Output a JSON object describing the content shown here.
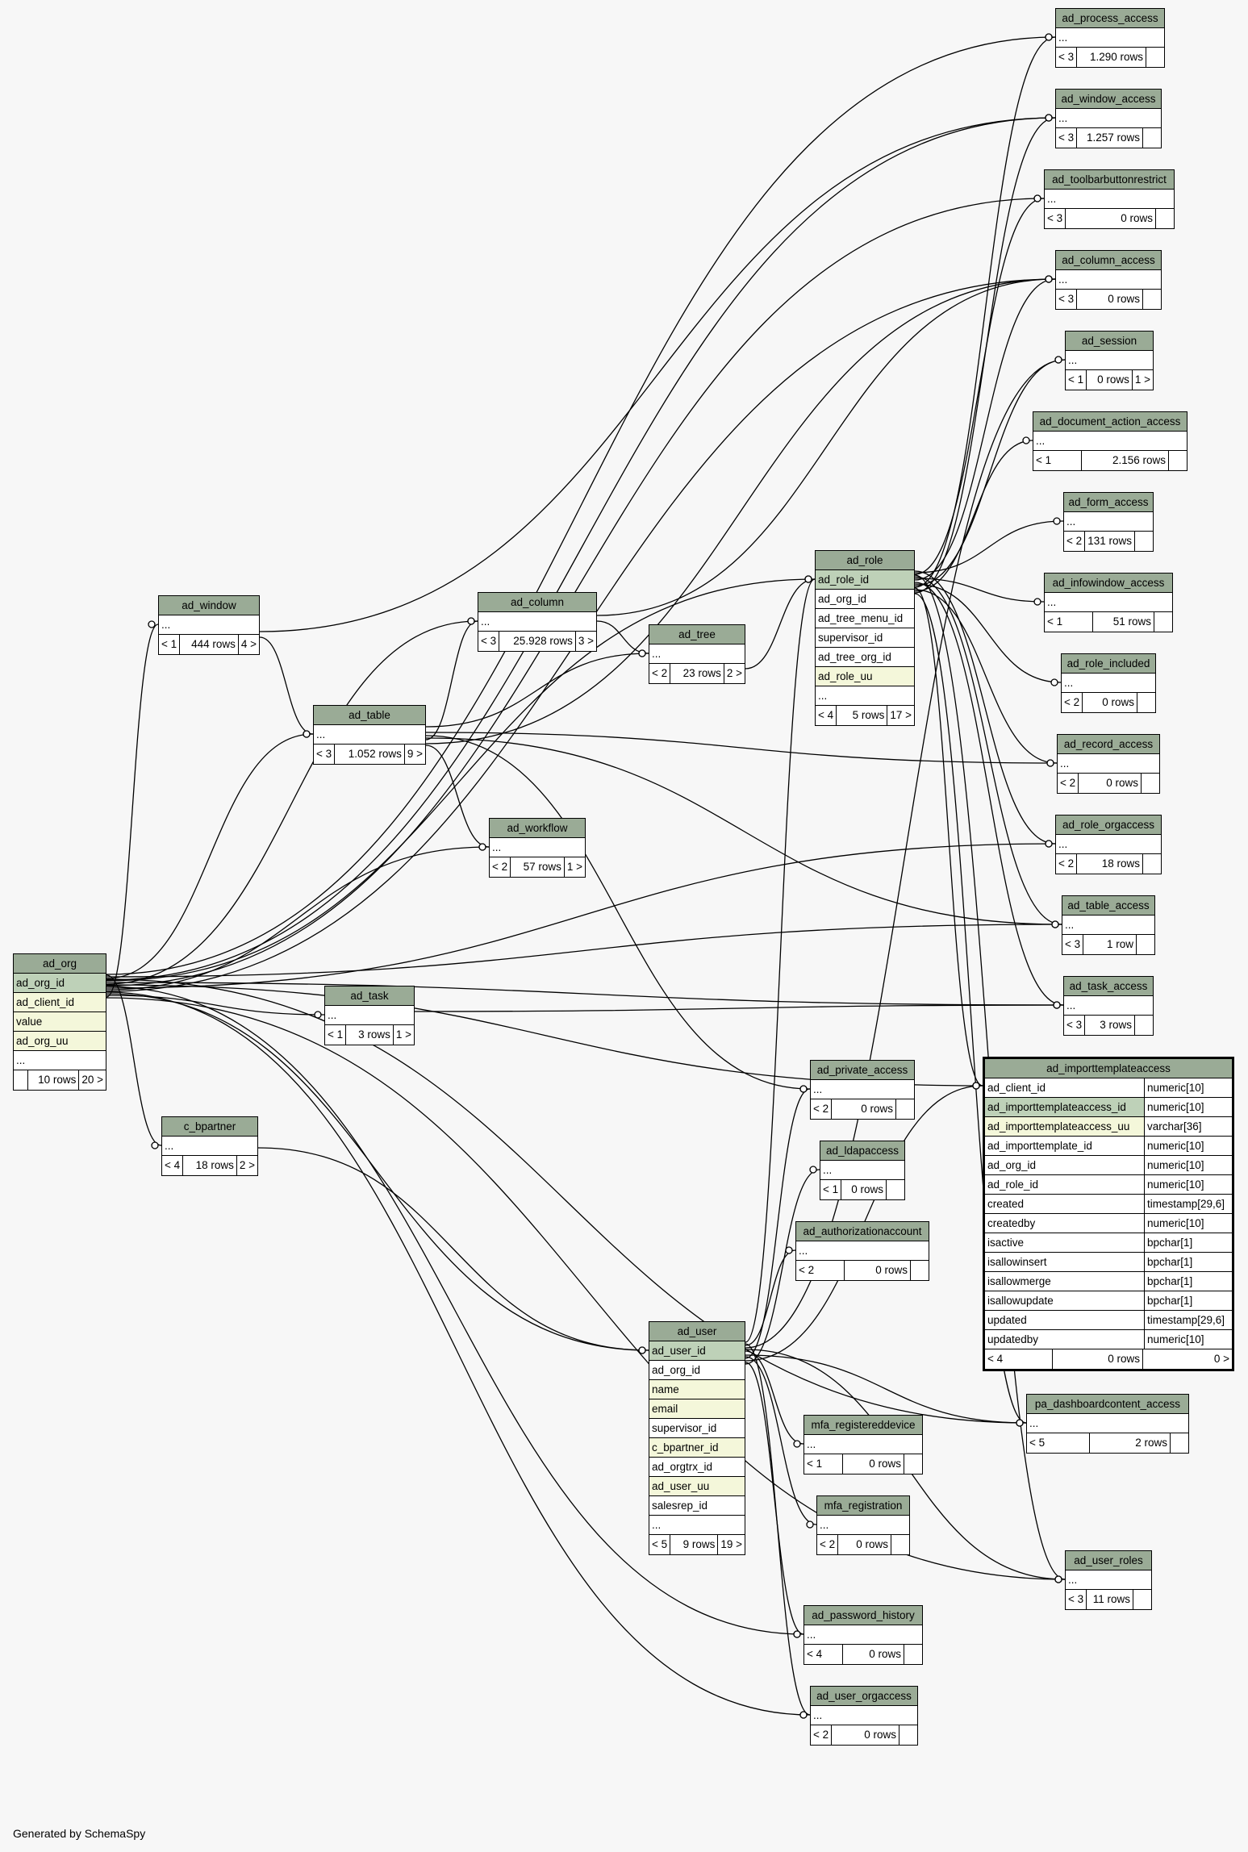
{
  "caption": "Generated by SchemaSpy",
  "tables": [
    {
      "id": "ad_process_access",
      "name": "ad_process_access",
      "rows": [
        "..."
      ],
      "parents": "< 3",
      "count": "1.290 rows",
      "children": ""
    },
    {
      "id": "ad_window_access",
      "name": "ad_window_access",
      "rows": [
        "..."
      ],
      "parents": "< 3",
      "count": "1.257 rows",
      "children": ""
    },
    {
      "id": "ad_toolbarbuttonrestrict",
      "name": "ad_toolbarbuttonrestrict",
      "rows": [
        "..."
      ],
      "parents": "< 3",
      "count": "0 rows",
      "children": ""
    },
    {
      "id": "ad_column_access",
      "name": "ad_column_access",
      "rows": [
        "..."
      ],
      "parents": "< 3",
      "count": "0 rows",
      "children": ""
    },
    {
      "id": "ad_session",
      "name": "ad_session",
      "rows": [
        "..."
      ],
      "parents": "< 1",
      "count": "0 rows",
      "children": "1 >"
    },
    {
      "id": "ad_document_action_access",
      "name": "ad_document_action_access",
      "rows": [
        "..."
      ],
      "parents": "< 1",
      "count": "2.156 rows",
      "children": ""
    },
    {
      "id": "ad_form_access",
      "name": "ad_form_access",
      "rows": [
        "..."
      ],
      "parents": "< 2",
      "count": "131 rows",
      "children": ""
    },
    {
      "id": "ad_infowindow_access",
      "name": "ad_infowindow_access",
      "rows": [
        "..."
      ],
      "parents": "< 1",
      "count": "51 rows",
      "children": ""
    },
    {
      "id": "ad_role_included",
      "name": "ad_role_included",
      "rows": [
        "..."
      ],
      "parents": "< 2",
      "count": "0 rows",
      "children": ""
    },
    {
      "id": "ad_record_access",
      "name": "ad_record_access",
      "rows": [
        "..."
      ],
      "parents": "< 2",
      "count": "0 rows",
      "children": ""
    },
    {
      "id": "ad_role_orgaccess",
      "name": "ad_role_orgaccess",
      "rows": [
        "..."
      ],
      "parents": "< 2",
      "count": "18 rows",
      "children": ""
    },
    {
      "id": "ad_table_access",
      "name": "ad_table_access",
      "rows": [
        "..."
      ],
      "parents": "< 3",
      "count": "1 row",
      "children": ""
    },
    {
      "id": "ad_task_access",
      "name": "ad_task_access",
      "rows": [
        "..."
      ],
      "parents": "< 3",
      "count": "3 rows",
      "children": ""
    },
    {
      "id": "ad_role",
      "name": "ad_role",
      "rows": [
        [
          "ad_role_id",
          "pk"
        ],
        [
          "ad_org_id",
          ""
        ],
        [
          "ad_tree_menu_id",
          ""
        ],
        [
          "supervisor_id",
          ""
        ],
        [
          "ad_tree_org_id",
          ""
        ],
        [
          "ad_role_uu",
          "idx"
        ],
        [
          "...",
          ""
        ]
      ],
      "parents": "< 4",
      "count": "5 rows",
      "children": "17 >"
    },
    {
      "id": "ad_window",
      "name": "ad_window",
      "rows": [
        "..."
      ],
      "parents": "< 1",
      "count": "444 rows",
      "children": "4 >"
    },
    {
      "id": "ad_column",
      "name": "ad_column",
      "rows": [
        "..."
      ],
      "parents": "< 3",
      "count": "25.928 rows",
      "children": "3 >"
    },
    {
      "id": "ad_tree",
      "name": "ad_tree",
      "rows": [
        "..."
      ],
      "parents": "< 2",
      "count": "23 rows",
      "children": "2 >"
    },
    {
      "id": "ad_table",
      "name": "ad_table",
      "rows": [
        "..."
      ],
      "parents": "< 3",
      "count": "1.052 rows",
      "children": "9 >"
    },
    {
      "id": "ad_workflow",
      "name": "ad_workflow",
      "rows": [
        "..."
      ],
      "parents": "< 2",
      "count": "57 rows",
      "children": "1 >"
    },
    {
      "id": "ad_org",
      "name": "ad_org",
      "rows": [
        [
          "ad_org_id",
          "pk"
        ],
        [
          "ad_client_id",
          "idx"
        ],
        [
          "value",
          "idx"
        ],
        [
          "ad_org_uu",
          "idx"
        ],
        [
          "...",
          ""
        ]
      ],
      "parents": "",
      "count": "10 rows",
      "children": "20 >"
    },
    {
      "id": "ad_task",
      "name": "ad_task",
      "rows": [
        "..."
      ],
      "parents": "< 1",
      "count": "3 rows",
      "children": "1 >"
    },
    {
      "id": "c_bpartner",
      "name": "c_bpartner",
      "rows": [
        "..."
      ],
      "parents": "< 4",
      "count": "18 rows",
      "children": "2 >"
    },
    {
      "id": "ad_private_access",
      "name": "ad_private_access",
      "rows": [
        "..."
      ],
      "parents": "< 2",
      "count": "0 rows",
      "children": ""
    },
    {
      "id": "ad_ldapaccess",
      "name": "ad_ldapaccess",
      "rows": [
        "..."
      ],
      "parents": "< 1",
      "count": "0 rows",
      "children": ""
    },
    {
      "id": "ad_authorizationaccount",
      "name": "ad_authorizationaccount",
      "rows": [
        "..."
      ],
      "parents": "< 2",
      "count": "0 rows",
      "children": ""
    },
    {
      "id": "ad_user",
      "name": "ad_user",
      "rows": [
        [
          "ad_user_id",
          "pk"
        ],
        [
          "ad_org_id",
          ""
        ],
        [
          "name",
          "idx"
        ],
        [
          "email",
          "idx"
        ],
        [
          "supervisor_id",
          ""
        ],
        [
          "c_bpartner_id",
          "idx"
        ],
        [
          "ad_orgtrx_id",
          ""
        ],
        [
          "ad_user_uu",
          "idx"
        ],
        [
          "salesrep_id",
          ""
        ],
        [
          "...",
          ""
        ]
      ],
      "parents": "< 5",
      "count": "9 rows",
      "children": "19 >"
    },
    {
      "id": "mfa_registereddevice",
      "name": "mfa_registereddevice",
      "rows": [
        "..."
      ],
      "parents": "< 1",
      "count": "0 rows",
      "children": ""
    },
    {
      "id": "mfa_registration",
      "name": "mfa_registration",
      "rows": [
        "..."
      ],
      "parents": "< 2",
      "count": "0 rows",
      "children": ""
    },
    {
      "id": "ad_password_history",
      "name": "ad_password_history",
      "rows": [
        "..."
      ],
      "parents": "< 4",
      "count": "0 rows",
      "children": ""
    },
    {
      "id": "ad_user_orgaccess",
      "name": "ad_user_orgaccess",
      "rows": [
        "..."
      ],
      "parents": "< 2",
      "count": "0 rows",
      "children": ""
    },
    {
      "id": "pa_dashboardcontent_access",
      "name": "pa_dashboardcontent_access",
      "rows": [
        "..."
      ],
      "parents": "< 5",
      "count": "2 rows",
      "children": ""
    },
    {
      "id": "ad_user_roles",
      "name": "ad_user_roles",
      "rows": [
        "..."
      ],
      "parents": "< 3",
      "count": "11 rows",
      "children": ""
    }
  ],
  "focus_table": {
    "name": "ad_importtemplateaccess",
    "columns": [
      {
        "name": "ad_client_id",
        "type": "numeric[10]",
        "kind": ""
      },
      {
        "name": "ad_importtemplateaccess_id",
        "type": "numeric[10]",
        "kind": "pk"
      },
      {
        "name": "ad_importtemplateaccess_uu",
        "type": "varchar[36]",
        "kind": "idx"
      },
      {
        "name": "ad_importtemplate_id",
        "type": "numeric[10]",
        "kind": ""
      },
      {
        "name": "ad_org_id",
        "type": "numeric[10]",
        "kind": ""
      },
      {
        "name": "ad_role_id",
        "type": "numeric[10]",
        "kind": ""
      },
      {
        "name": "created",
        "type": "timestamp[29,6]",
        "kind": ""
      },
      {
        "name": "createdby",
        "type": "numeric[10]",
        "kind": ""
      },
      {
        "name": "isactive",
        "type": "bpchar[1]",
        "kind": ""
      },
      {
        "name": "isallowinsert",
        "type": "bpchar[1]",
        "kind": ""
      },
      {
        "name": "isallowmerge",
        "type": "bpchar[1]",
        "kind": ""
      },
      {
        "name": "isallowupdate",
        "type": "bpchar[1]",
        "kind": ""
      },
      {
        "name": "updated",
        "type": "timestamp[29,6]",
        "kind": ""
      },
      {
        "name": "updatedby",
        "type": "numeric[10]",
        "kind": ""
      }
    ],
    "parents": "< 4",
    "count": "0 rows",
    "children": "0 >"
  },
  "relationships": [
    [
      "ad_process_access",
      "ad_org"
    ],
    [
      "ad_window_access",
      "ad_org"
    ],
    [
      "ad_toolbarbuttonrestrict",
      "ad_org"
    ],
    [
      "ad_column_access",
      "ad_org"
    ],
    [
      "ad_window",
      "ad_org"
    ],
    [
      "ad_table",
      "ad_org"
    ],
    [
      "ad_column",
      "ad_org"
    ],
    [
      "ad_workflow",
      "ad_org"
    ],
    [
      "ad_task",
      "ad_org"
    ],
    [
      "ad_table_access",
      "ad_org"
    ],
    [
      "ad_task_access",
      "ad_org"
    ],
    [
      "ad_role_orgaccess",
      "ad_org"
    ],
    [
      "ad_user",
      "ad_org"
    ],
    [
      "c_bpartner",
      "ad_org"
    ],
    [
      "ad_role",
      "ad_org"
    ],
    [
      "ad_password_history",
      "ad_org"
    ],
    [
      "ad_user_orgaccess",
      "ad_org"
    ],
    [
      "ad_user_roles",
      "ad_org"
    ],
    [
      "pa_dashboardcontent_access",
      "ad_org"
    ],
    [
      "ad_importtemplateaccess",
      "ad_org"
    ],
    [
      "ad_process_access",
      "ad_role"
    ],
    [
      "ad_window_access",
      "ad_role"
    ],
    [
      "ad_toolbarbuttonrestrict",
      "ad_role"
    ],
    [
      "ad_column_access",
      "ad_role"
    ],
    [
      "ad_session",
      "ad_role"
    ],
    [
      "ad_document_action_access",
      "ad_role"
    ],
    [
      "ad_form_access",
      "ad_role"
    ],
    [
      "ad_infowindow_access",
      "ad_role"
    ],
    [
      "ad_role_included",
      "ad_role"
    ],
    [
      "ad_record_access",
      "ad_role"
    ],
    [
      "ad_role_orgaccess",
      "ad_role"
    ],
    [
      "ad_table_access",
      "ad_role"
    ],
    [
      "ad_task_access",
      "ad_role"
    ],
    [
      "ad_importtemplateaccess",
      "ad_role"
    ],
    [
      "pa_dashboardcontent_access",
      "ad_role"
    ],
    [
      "ad_user_roles",
      "ad_role"
    ],
    [
      "ad_private_access",
      "ad_table"
    ],
    [
      "ad_window_access",
      "ad_window"
    ],
    [
      "ad_table",
      "ad_window"
    ],
    [
      "ad_column_access",
      "ad_column"
    ],
    [
      "ad_tree",
      "ad_column"
    ],
    [
      "ad_column",
      "ad_table"
    ],
    [
      "ad_workflow",
      "ad_table"
    ],
    [
      "ad_tree",
      "ad_table"
    ],
    [
      "ad_record_access",
      "ad_table"
    ],
    [
      "ad_table_access",
      "ad_table"
    ],
    [
      "ad_column_access",
      "ad_table"
    ],
    [
      "ad_role",
      "ad_tree"
    ],
    [
      "ad_task_access",
      "ad_task"
    ],
    [
      "ad_user",
      "c_bpartner"
    ],
    [
      "ad_private_access",
      "ad_user"
    ],
    [
      "ad_ldapaccess",
      "ad_user"
    ],
    [
      "ad_authorizationaccount",
      "ad_user"
    ],
    [
      "mfa_registereddevice",
      "ad_user"
    ],
    [
      "mfa_registration",
      "ad_user"
    ],
    [
      "ad_password_history",
      "ad_user"
    ],
    [
      "ad_user_orgaccess",
      "ad_user"
    ],
    [
      "ad_user_roles",
      "ad_user"
    ],
    [
      "pa_dashboardcontent_access",
      "ad_user"
    ],
    [
      "ad_importtemplateaccess",
      "ad_user"
    ],
    [
      "ad_role",
      "ad_user"
    ],
    [
      "ad_session",
      "ad_user"
    ]
  ]
}
